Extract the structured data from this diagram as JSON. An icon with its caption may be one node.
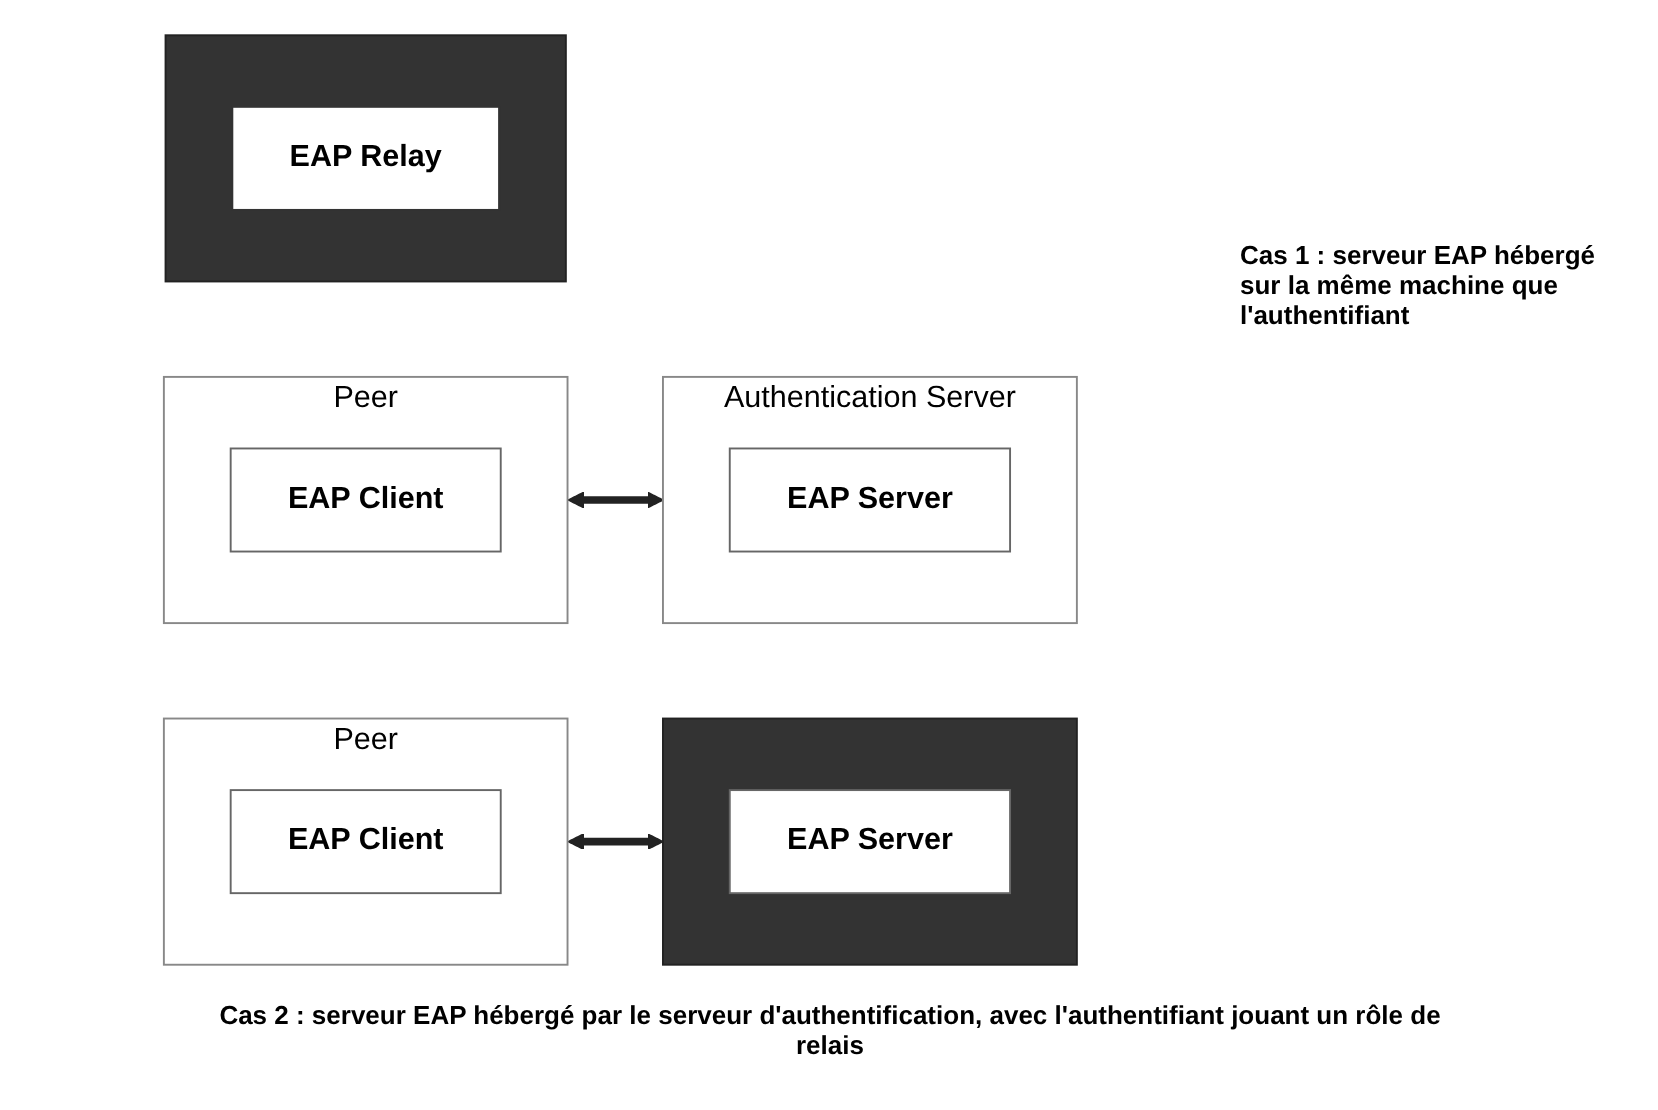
{
  "diagram": {
    "caption": "Cas 2 : serveur EAP hébergé par le serveur d'authentification, avec l'authentifiant jouant un rôle de relais",
    "nodes": [
      {
        "text": [
          "Peer"
        ]
      },
      {
        "text": [
          "EAP Client"
        ],
        "in": 0
      },
      {
        "text": [],
        "shape": "box"
      },
      {
        "text": [
          "EAP Server"
        ],
        "in": 2
      },
      {
        "text": [
          "Peer"
        ]
      },
      {
        "text": [
          "EAP Client"
        ],
        "in": 4
      },
      {
        "text": [],
        "shape": "box"
      },
      {
        "text": [
          "EAP Relay"
        ],
        "in": 6
      },
      {
        "text": [
          "Authentication Server"
        ]
      },
      {
        "text": [
          "EAP Server"
        ],
        "in": 8
      }
    ],
    "edges": [
      {
        "from": 0,
        "to": 2,
        "arrow": "both"
      },
      {
        "from": 4,
        "to": 8,
        "arrow": "both"
      }
    ],
    "labels": [
      "Cas 1 : serveur EAP hébergé sur la même machine que l'authentifiant"
    ]
  }
}
